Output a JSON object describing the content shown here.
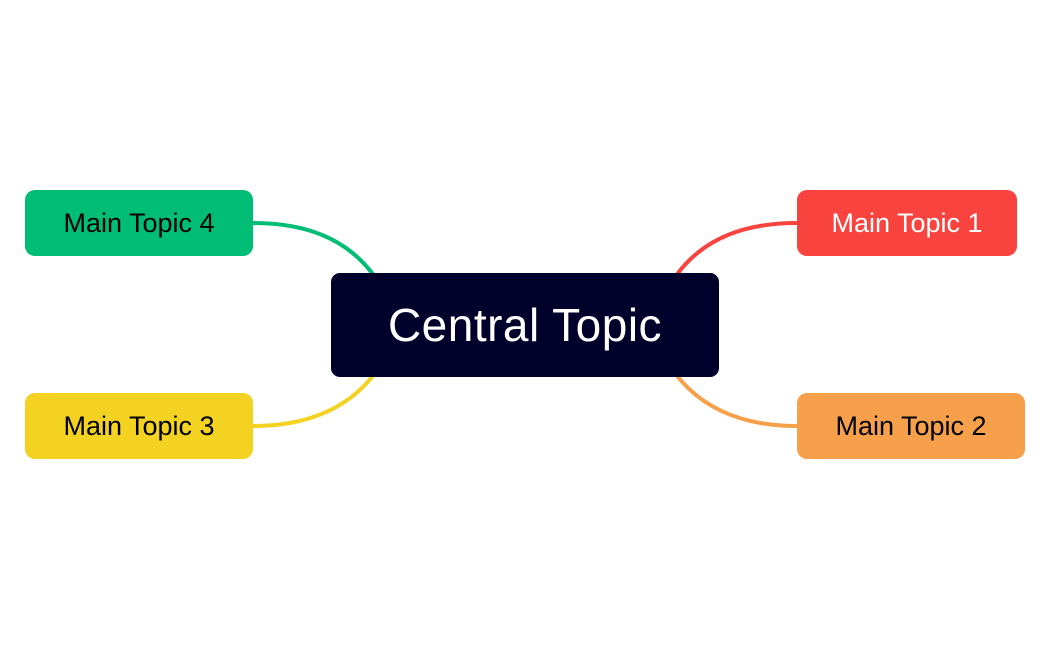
{
  "diagram": {
    "type": "mind-map",
    "central": {
      "label": "Central Topic",
      "fill": "#00002a",
      "text_color": "#ffffff"
    },
    "topics": [
      {
        "id": "t1",
        "label": "Main Topic 1",
        "fill": "#f8433e",
        "text_color": "#ffffff",
        "line_color": "#f8433e",
        "side": "right"
      },
      {
        "id": "t2",
        "label": "Main Topic 2",
        "fill": "#f7a04c",
        "text_color": "#000000",
        "line_color": "#f7a04c",
        "side": "right"
      },
      {
        "id": "t3",
        "label": "Main Topic 3",
        "fill": "#f3d221",
        "text_color": "#000000",
        "line_color": "#f3d221",
        "side": "left"
      },
      {
        "id": "t4",
        "label": "Main Topic 4",
        "fill": "#00bd76",
        "text_color": "#000000",
        "line_color": "#00bd76",
        "side": "left"
      }
    ]
  }
}
